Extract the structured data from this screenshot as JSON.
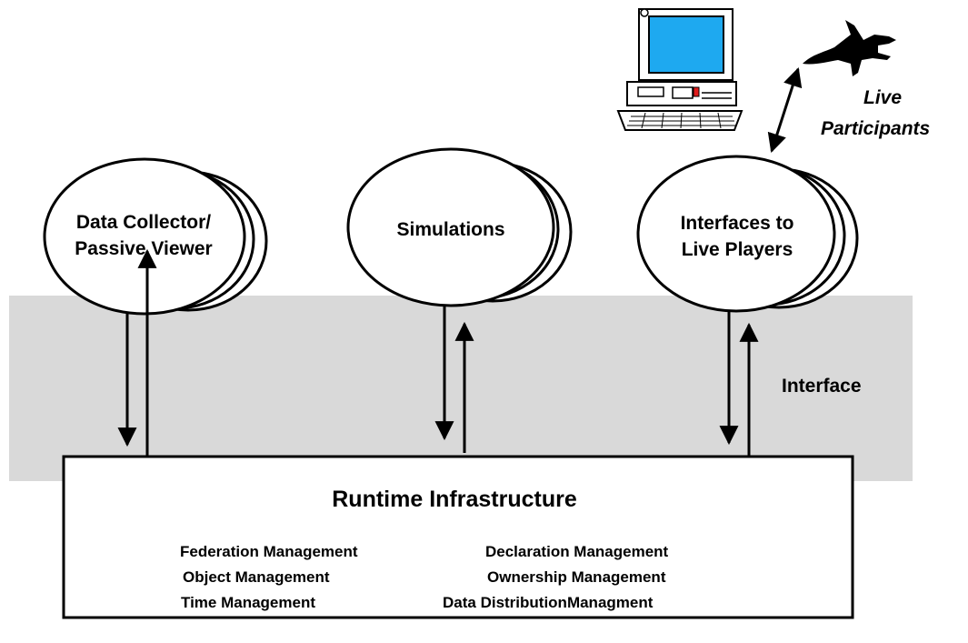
{
  "federates": {
    "data_collector": {
      "line1": "Data Collector/",
      "line2": "Passive Viewer"
    },
    "simulations": {
      "label": "Simulations"
    },
    "live_interfaces": {
      "line1": "Interfaces to",
      "line2": "Live Players"
    }
  },
  "live_participants": {
    "line1": "Live",
    "line2": "Participants"
  },
  "interface_label": "Interface",
  "rti": {
    "title": "Runtime Infrastructure",
    "services": {
      "federation": "Federation Management",
      "declaration": "Declaration Management",
      "object": "Object Management",
      "ownership": "Ownership Management",
      "time": "Time Management",
      "data_distribution": "Data DistributionManagment"
    }
  },
  "icons": [
    "computer-icon",
    "fighter-jet-icon"
  ],
  "colors": {
    "interface_band": "#d9d9d9",
    "screen": "#1ea9f0",
    "power_light": "#e01b1b"
  }
}
